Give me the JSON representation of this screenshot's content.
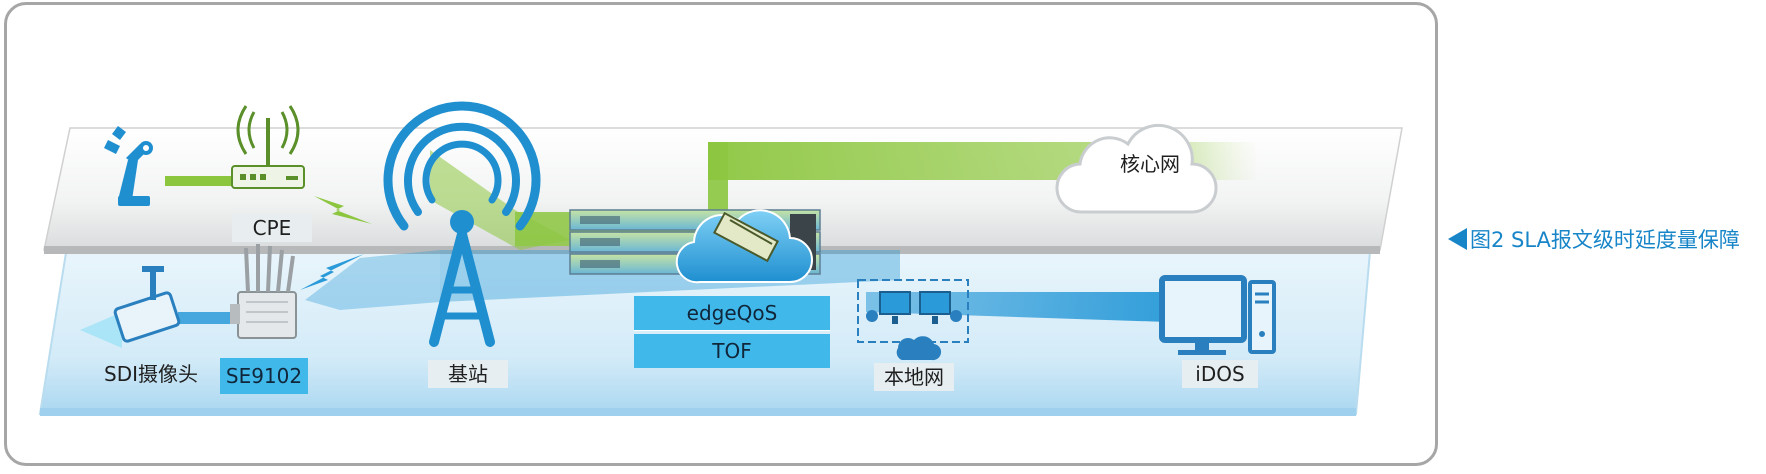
{
  "labels": {
    "cpe": "CPE",
    "sdi_camera": "SDI摄像头",
    "se9102": "SE9102",
    "base_station": "基站",
    "edgeqos": "edgeQoS",
    "tof": "TOF",
    "local_network": "本地网",
    "core_network": "核心网",
    "idos": "iDOS"
  },
  "caption": "图2  SLA报文级时延度量保障",
  "colors": {
    "green": "#8cc63f",
    "blue": "#2a9ad8",
    "light_blue": "#41b8ea",
    "caption": "#1785c8",
    "frame": "#a6a6a6"
  }
}
